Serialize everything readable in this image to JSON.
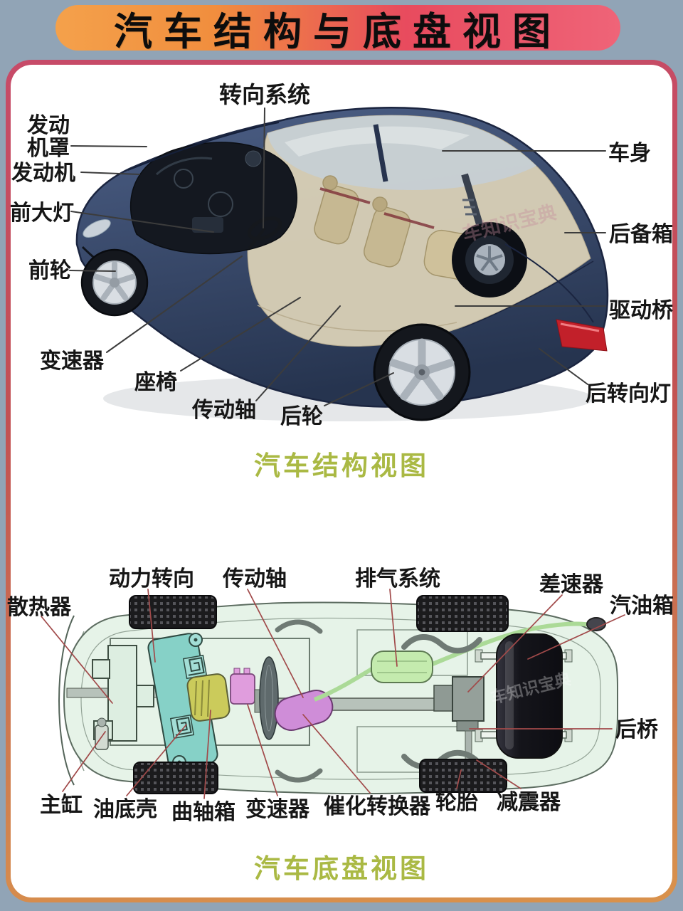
{
  "page": {
    "title": "汽车结构与底盘视图",
    "watermark": "车知识宝典",
    "background_color": "#91a4b6"
  },
  "structure_view": {
    "caption": "汽车结构视图",
    "labels": {
      "steering_system": "转向系统",
      "hood": "发动\n机罩",
      "engine": "发动机",
      "headlight": "前大灯",
      "front_wheel": "前轮",
      "transmission": "变速器",
      "seat": "座椅",
      "drive_shaft": "传动轴",
      "rear_wheel": "后轮",
      "body": "车身",
      "trunk": "后备箱",
      "drive_axle": "驱动桥",
      "rear_turn_signal": "后转向灯"
    }
  },
  "chassis_view": {
    "caption": "汽车底盘视图",
    "labels": {
      "power_steering": "动力转向",
      "drive_shaft": "传动轴",
      "exhaust_system": "排气系统",
      "differential": "差速器",
      "radiator": "散热器",
      "fuel_tank": "汽油箱",
      "rear_axle": "后桥",
      "master_cylinder": "主缸",
      "oil_pan": "油底壳",
      "crankcase": "曲轴箱",
      "transmission": "变速器",
      "catalytic_converter": "催化转换器",
      "tire": "轮胎",
      "shock_absorber": "减震器"
    }
  },
  "colors": {
    "title_gradient_start": "#f4a14b",
    "title_gradient_end": "#ee6478",
    "card_border_top": "#c74b69",
    "card_border_bottom": "#d9924c",
    "caption_green": "#aab944",
    "structure_leader": "#3c3c3c",
    "chassis_leader": "#a14a4a"
  }
}
